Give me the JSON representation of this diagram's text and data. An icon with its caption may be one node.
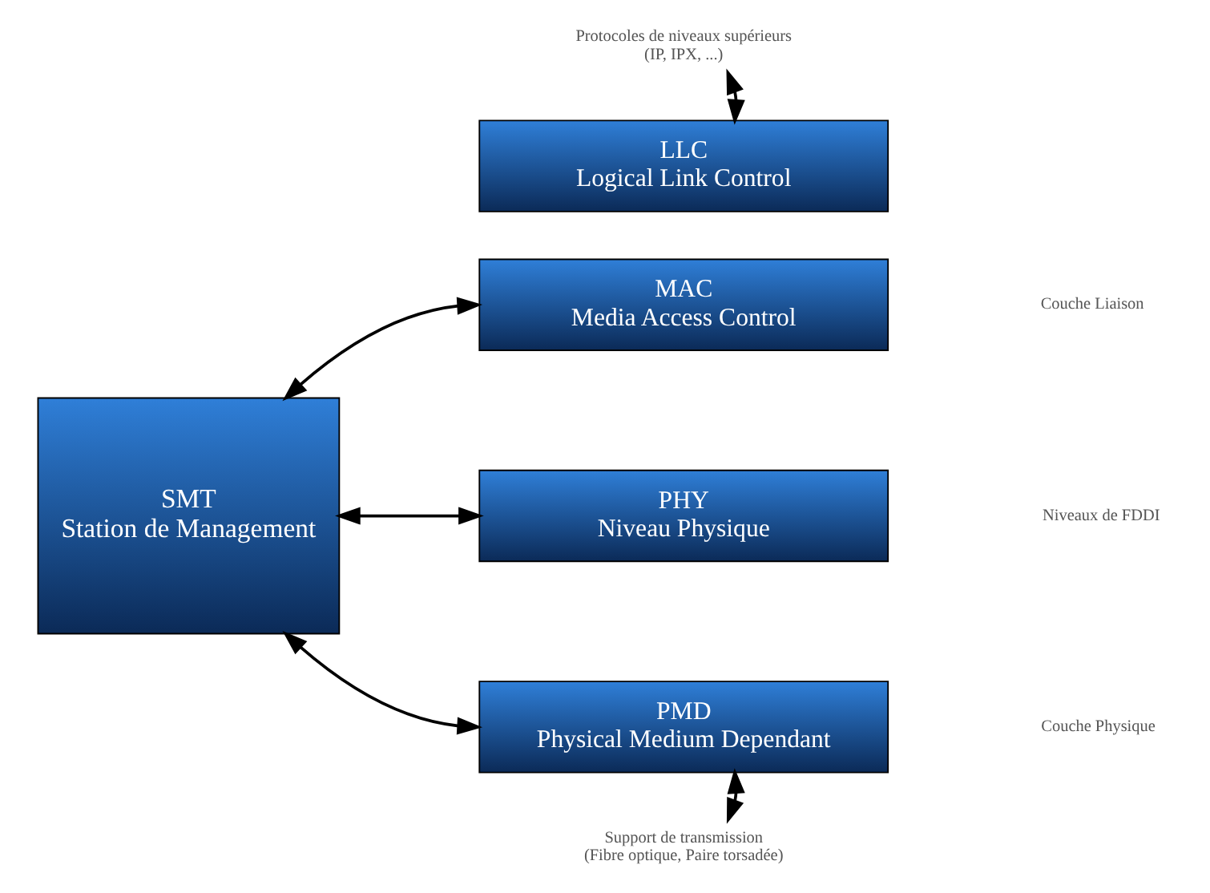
{
  "diagram": {
    "nodes": [
      {
        "text": [
          "Protocoles de niveaux supérieurs",
          "(IP, IPX, ...)"
        ]
      },
      {
        "text": [
          "LLC",
          "Logical Link Control"
        ]
      },
      {
        "text": [
          "MAC",
          "Media Access Control"
        ]
      },
      {
        "text": [
          "PHY",
          "Niveau Physique"
        ]
      },
      {
        "text": [
          "PMD",
          "Physical Medium Dependant"
        ]
      },
      {
        "text": [
          "SMT",
          "Station de Management"
        ]
      },
      {
        "text": [
          "Support de transmission",
          "(Fibre optique, Paire torsadée)"
        ]
      }
    ],
    "edges": [
      {
        "from": 0,
        "to": 1,
        "arrow": "both"
      },
      {
        "from": 5,
        "to": 2,
        "arrow": "both"
      },
      {
        "from": 5,
        "to": 3,
        "arrow": "both"
      },
      {
        "from": 5,
        "to": 4,
        "arrow": "both"
      },
      {
        "from": 4,
        "to": 6,
        "arrow": "both"
      }
    ],
    "labels": [
      "Couche Liaison",
      "Couche Physique",
      "Niveaux de FDDI"
    ]
  }
}
